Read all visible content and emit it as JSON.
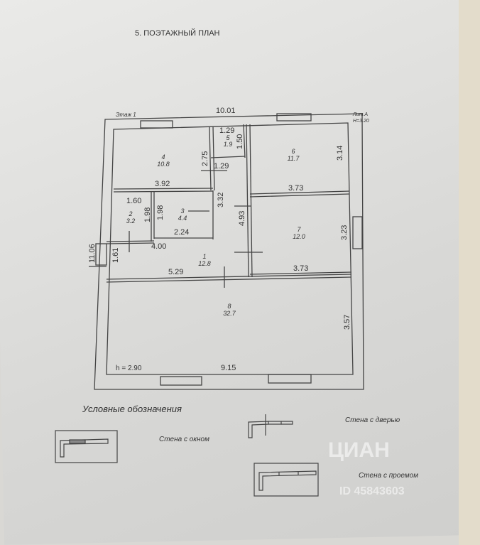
{
  "header": {
    "title": "5. ПОЭТАЖНЫЙ ПЛАН"
  },
  "plan": {
    "floor_label": "Этаж 1",
    "litera": "Лит.А",
    "height_total": "H=3.20",
    "height_room": "h = 2.90",
    "dimensions": {
      "overall_width": "10.01",
      "overall_depth": "11.06",
      "room4_width": "3.92",
      "room4_depth": "2.75",
      "room5_width_top": "1.29",
      "room5_depth": "1.50",
      "corridor_width": "1.29",
      "room6_width": "3.73",
      "room6_depth": "3.14",
      "room2_width": "1.60",
      "room2_depth": "1.98",
      "room3_depth": "1.98",
      "room3_width": "2.24",
      "hall_depth_a": "3.32",
      "hall_depth_b": "4.93",
      "hall_width_a": "4.00",
      "hall_depth_c": "1.61",
      "hall_width_b": "5.29",
      "room7_width": "3.73",
      "room7_depth": "3.23",
      "room8_width": "9.15",
      "room8_depth": "3.57"
    },
    "rooms": [
      {
        "number": "1",
        "area": "12.8"
      },
      {
        "number": "2",
        "area": "3.2"
      },
      {
        "number": "3",
        "area": "4.4"
      },
      {
        "number": "4",
        "area": "10.8"
      },
      {
        "number": "5",
        "area": "1.9"
      },
      {
        "number": "6",
        "area": "11.7"
      },
      {
        "number": "7",
        "area": "12.0"
      },
      {
        "number": "8",
        "area": "32.7"
      }
    ]
  },
  "legend": {
    "title": "Условные обозначения",
    "window": "Стена с окном",
    "door": "Стена с дверью",
    "opening": "Стена с проемом"
  },
  "watermark": {
    "brand": "ЦИАН",
    "id": "ID 45843603"
  },
  "colors": {
    "paper": "#e6e6e4",
    "ink": "#333333"
  }
}
